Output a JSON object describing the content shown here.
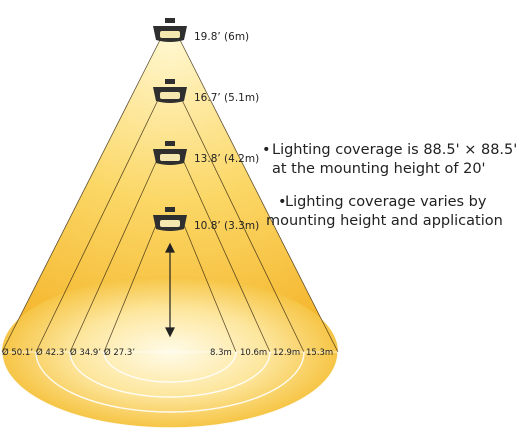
{
  "colors": {
    "inner": "#fff6c8",
    "outer": "#f0a81a",
    "ring": "#f6c43c",
    "line": "#3a2a10",
    "fixture": "#2f2f2f",
    "lens": "#f4e8b0",
    "text": "#222222"
  },
  "fixtures": [
    {
      "height": "19.8’ (6m)"
    },
    {
      "height": "16.7’ (5.1m)"
    },
    {
      "height": "13.8’ (4.2m)"
    },
    {
      "height": "10.8’ (3.3m)"
    }
  ],
  "diameters_ft": [
    "Ø 50.1’",
    "Ø 42.3’",
    "Ø 34.9’",
    "Ø 27.3’"
  ],
  "diameters_m": [
    "8.3m",
    "10.6m",
    "12.9m",
    "15.3m"
  ],
  "notes": {
    "bullet": "•",
    "coverage_line1": "Lighting coverage is 88.5' × 88.5'",
    "coverage_line2": "at the mounting height of 20'",
    "varies_line1": "Lighting coverage varies by",
    "varies_line2": "mounting height and application"
  }
}
